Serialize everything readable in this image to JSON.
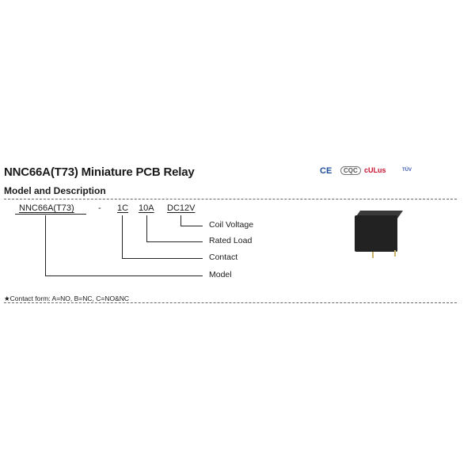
{
  "header": {
    "title": "NNC66A(T73) Miniature PCB Relay",
    "section": "Model and Description"
  },
  "certifications": [
    {
      "name": "CE",
      "icon": "ce-mark-icon",
      "color": "#1f4e9c"
    },
    {
      "name": "CQC",
      "icon": "cqc-mark-icon",
      "color": "#555555"
    },
    {
      "name": "cULus",
      "icon": "ul-mark-icon",
      "color": "#c8102e"
    },
    {
      "name": "TÜV",
      "icon": "tuv-mark-icon",
      "color": "#3b5aa8"
    }
  ],
  "model_code": {
    "parts": [
      {
        "code": "NNC66A(T73)",
        "label": "Model"
      },
      {
        "code": "-",
        "label": ""
      },
      {
        "code": "1C",
        "label": "Contact"
      },
      {
        "code": "10A",
        "label": "Rated Load"
      },
      {
        "code": "DC12V",
        "label": "Coil Voltage"
      }
    ]
  },
  "note": "★Contact form: A=NO, B=NC, C=NO&NC",
  "image": {
    "alt": "black miniature PCB relay",
    "icon": "relay-photo"
  }
}
